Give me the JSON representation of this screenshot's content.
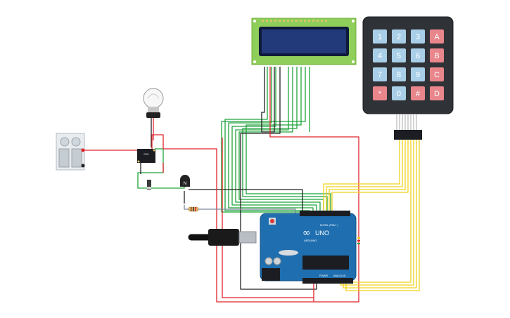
{
  "keypad": {
    "keys": [
      [
        "1",
        "2",
        "3",
        "A"
      ],
      [
        "4",
        "5",
        "6",
        "B"
      ],
      [
        "7",
        "8",
        "9",
        "C"
      ],
      [
        "*",
        "0",
        "#",
        "D"
      ]
    ],
    "colors": {
      "body": "#2f3236",
      "number_key": "#a9cfe8",
      "letter_key": "#e8868c"
    }
  },
  "arduino": {
    "brand": "ARDUINO",
    "model": "UNO",
    "header_labels": [
      "DIGITAL (PWM ~)",
      "POWER",
      "ANALOG IN"
    ],
    "board_color": "#1f6fb0"
  },
  "lcd": {
    "screen_color": "#223a7a",
    "frame_color": "#8fce5a"
  },
  "relay": {
    "label": "SRD"
  },
  "transistor": {
    "label": "N"
  },
  "wire_colors": {
    "red": "#e0232b",
    "black": "#222222",
    "green": "#1fa33a",
    "yellow": "#f1d21a"
  }
}
